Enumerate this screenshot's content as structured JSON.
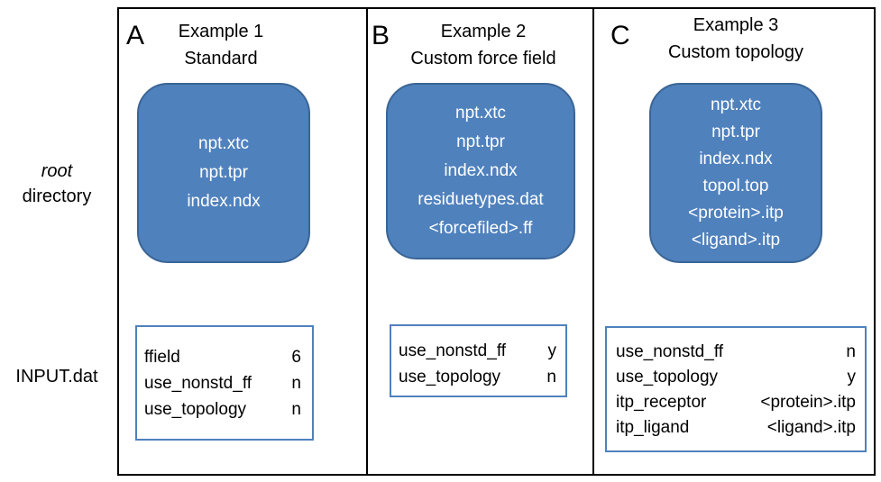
{
  "row_labels": {
    "root_italic": "root",
    "root_rest": "directory",
    "input": "INPUT.dat"
  },
  "panels": [
    {
      "letter": "A",
      "title_line1": "Example 1",
      "title_line2": "Standard",
      "files": [
        "npt.xtc",
        "npt.tpr",
        "index.ndx"
      ],
      "input": [
        {
          "key": "ffield",
          "value": "6"
        },
        {
          "key": "use_nonstd_ff",
          "value": "n"
        },
        {
          "key": "use_topology",
          "value": "n"
        }
      ]
    },
    {
      "letter": "B",
      "title_line1": "Example 2",
      "title_line2": "Custom force field",
      "files": [
        "npt.xtc",
        "npt.tpr",
        "index.ndx",
        "residuetypes.dat",
        "<forcefiled>.ff"
      ],
      "input": [
        {
          "key": "use_nonstd_ff",
          "value": "y"
        },
        {
          "key": "use_topology",
          "value": "n"
        }
      ]
    },
    {
      "letter": "C",
      "title_line1": "Example 3",
      "title_line2": "Custom topology",
      "files": [
        "npt.xtc",
        "npt.tpr",
        "index.ndx",
        "topol.top",
        "<protein>.itp",
        "<ligand>.itp"
      ],
      "input": [
        {
          "key": "use_nonstd_ff",
          "value": "n"
        },
        {
          "key": "use_topology",
          "value": "y"
        },
        {
          "key": "itp_receptor",
          "value": "<protein>.itp"
        },
        {
          "key": "itp_ligand",
          "value": "<ligand>.itp"
        }
      ]
    }
  ],
  "colors": {
    "blob_fill": "#4f81bd",
    "blob_border": "#3a6595",
    "box_border": "#4f81bd"
  }
}
